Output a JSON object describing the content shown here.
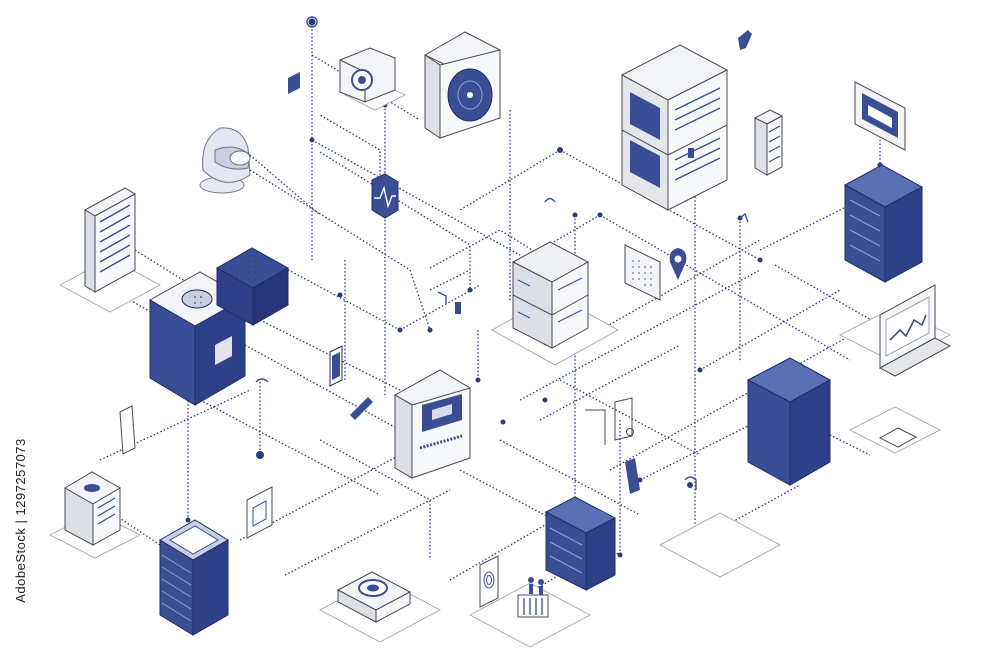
{
  "colors": {
    "navy": "#3a4e96",
    "navy_dark": "#1f2d66",
    "navy_light": "#5b6fb5",
    "line": "#2a3b80",
    "outline": "#4a4a55",
    "light": "#f3f4f7",
    "light_side": "#dcdfe6",
    "shadow": "#eceef3"
  },
  "diagram": {
    "nodes": [
      {
        "name": "server-tower-topleft-icon",
        "kind": "rack-light"
      },
      {
        "name": "robot-head-icon",
        "kind": "device"
      },
      {
        "name": "camera-device-icon",
        "kind": "device"
      },
      {
        "name": "disc-drive-cube-icon",
        "kind": "cube-light"
      },
      {
        "name": "data-center-building-icon",
        "kind": "building"
      },
      {
        "name": "small-server-tower-icon",
        "kind": "rack-light"
      },
      {
        "name": "monitor-panel-icon",
        "kind": "screen"
      },
      {
        "name": "navy-server-cabinet-right-icon",
        "kind": "cube-navy"
      },
      {
        "name": "navy-cube-with-disc-icon",
        "kind": "cube-navy"
      },
      {
        "name": "navy-flat-box-icon",
        "kind": "cube-navy"
      },
      {
        "name": "heartbeat-chip-icon",
        "kind": "chip"
      },
      {
        "name": "stacked-server-center-icon",
        "kind": "cube-light"
      },
      {
        "name": "map-pin-icon",
        "kind": "pin"
      },
      {
        "name": "laptop-chart-icon",
        "kind": "screen"
      },
      {
        "name": "central-server-display-icon",
        "kind": "cube-light"
      },
      {
        "name": "navy-server-cabinet-lowright-icon",
        "kind": "cube-navy"
      },
      {
        "name": "storage-box-icon",
        "kind": "cube-light"
      },
      {
        "name": "navy-storage-stack-icon",
        "kind": "cube-navy"
      },
      {
        "name": "navy-drawer-cabinet-icon",
        "kind": "cube-navy"
      },
      {
        "name": "cooling-fan-unit-icon",
        "kind": "device"
      },
      {
        "name": "fingerprint-panel-icon",
        "kind": "device"
      },
      {
        "name": "people-figures-icon",
        "kind": "device"
      },
      {
        "name": "tablet-device-icon",
        "kind": "screen"
      },
      {
        "name": "card-reader-pad-icon",
        "kind": "screen"
      }
    ]
  },
  "watermark": {
    "stock_id": "AdobeStock | 1297257073"
  }
}
